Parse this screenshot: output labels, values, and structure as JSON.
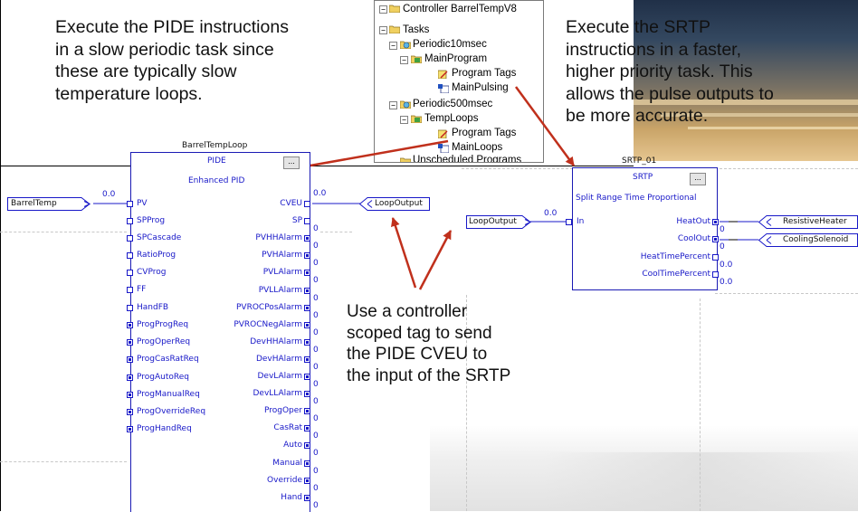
{
  "callouts": {
    "pide_task": [
      "Execute the PIDE instructions",
      "in a slow periodic task since",
      "these are typically slow",
      "temperature loops."
    ],
    "srtp_task": [
      "Execute the SRTP",
      "instructions in a faster,",
      "higher priority task.  This",
      "allows the pulse outputs to",
      "be more accurate."
    ],
    "tag_note": [
      "Use a controller",
      "scoped tag to send",
      "the PIDE CVEU to",
      "the input of the SRTP"
    ]
  },
  "tree": {
    "controller": "Controller BarrelTempV8",
    "tasks": "Tasks",
    "task1": "Periodic10msec",
    "program1": "MainProgram",
    "program1_tags": "Program Tags",
    "program1_routine": "MainPulsing",
    "task2": "Periodic500msec",
    "program2": "TempLoops",
    "program2_tags": "Program Tags",
    "program2_routine": "MainLoops",
    "unscheduled": "Unscheduled Programs"
  },
  "pide": {
    "tag": "BarrelTempLoop",
    "type": "PIDE",
    "desc": "Enhanced PID",
    "ellipsis": "...",
    "inputs": [
      "PV",
      "SPProg",
      "SPCascade",
      "RatioProg",
      "CVProg",
      "FF",
      "HandFB",
      "ProgProgReq",
      "ProgOperReq",
      "ProgCasRatReq",
      "ProgAutoReq",
      "ProgManualReq",
      "ProgOverrideReq",
      "ProgHandReq"
    ],
    "outputs": [
      "CVEU",
      "SP",
      "PVHHAlarm",
      "PVHAlarm",
      "PVLAlarm",
      "PVLLAlarm",
      "PVROCPosAlarm",
      "PVROCNegAlarm",
      "DevHHAlarm",
      "DevHAlarm",
      "DevLAlarm",
      "DevLLAlarm",
      "ProgOper",
      "CasRat",
      "Auto",
      "Manual",
      "Override",
      "Hand"
    ],
    "output_values": [
      "0.0",
      "0",
      "0",
      "0",
      "0",
      "0",
      "0",
      "0",
      "0",
      "0",
      "0",
      "0",
      "0",
      "0",
      "0",
      "0",
      "0",
      "0"
    ],
    "pv_value": "0.0"
  },
  "input_ref": {
    "barrel_temp": "BarrelTemp"
  },
  "output_ref": {
    "loop_output": "LoopOutput"
  },
  "srtp_input_ref": {
    "loop_output": "LoopOutput",
    "value": "0.0"
  },
  "srtp": {
    "tag": "SRTP_01",
    "type": "SRTP",
    "desc": "Split Range Time Proportional",
    "ellipsis": "...",
    "input": "In",
    "outputs": [
      "HeatOut",
      "CoolOut",
      "HeatTimePercent",
      "CoolTimePercent"
    ],
    "output_values": [
      "0",
      "0",
      "0.0",
      "0.0"
    ]
  },
  "srtp_out_refs": {
    "heater": "ResistiveHeater",
    "cooler": "CoolingSolenoid"
  }
}
